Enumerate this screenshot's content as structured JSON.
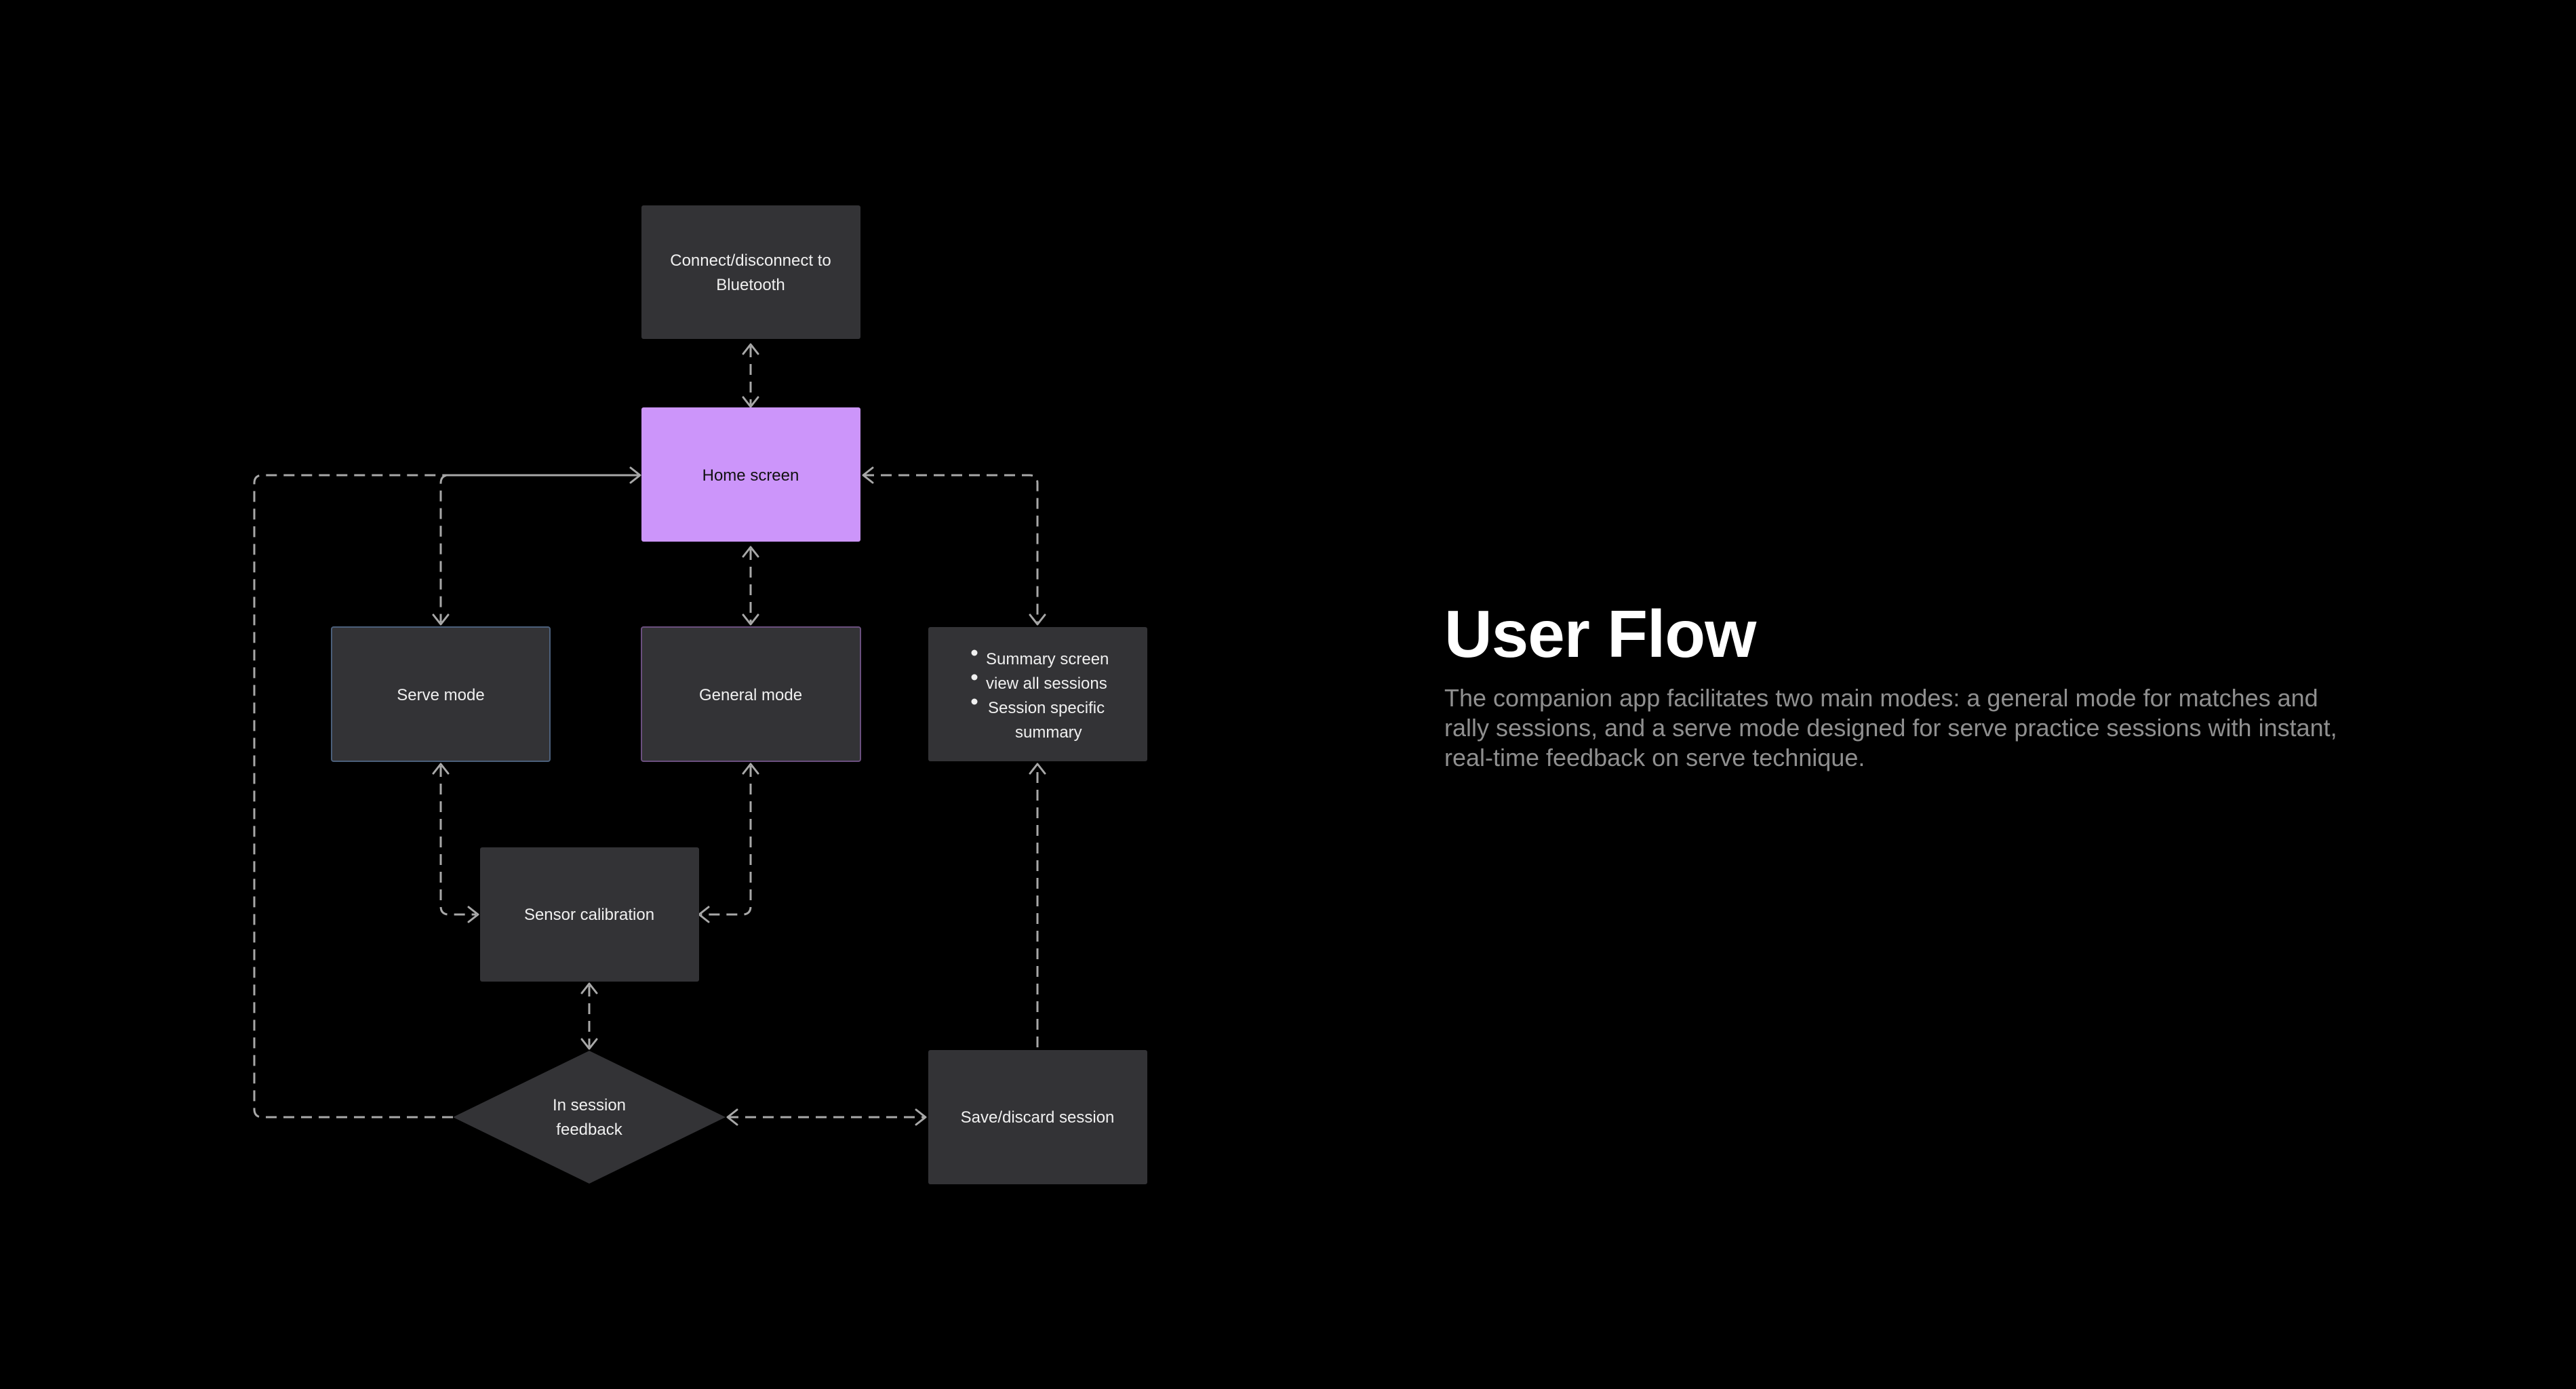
{
  "flow": {
    "nodes": {
      "bluetooth": {
        "lines": [
          "Connect/disconnect to",
          "Bluetooth"
        ]
      },
      "home": {
        "lines": [
          "Home screen"
        ]
      },
      "serve_mode": {
        "lines": [
          "Serve mode"
        ]
      },
      "general_mode": {
        "lines": [
          "General mode"
        ]
      },
      "summary": {
        "bullets": [
          "Summary screen",
          "view all sessions",
          "Session specific",
          "summary"
        ]
      },
      "sensor": {
        "lines": [
          "Sensor calibration"
        ]
      },
      "feedback": {
        "lines": [
          "In session",
          "feedback"
        ]
      },
      "save": {
        "lines": [
          "Save/discard session"
        ]
      }
    }
  },
  "colors": {
    "background": "#000000",
    "node_fill": "#333336",
    "highlight_fill": "#cc95fa",
    "serve_border": "#4b5f7a",
    "general_border": "#6a4f7e",
    "connector": "#a8a8a8",
    "desc_text": "#8f8f8f"
  },
  "panel": {
    "title": "User Flow",
    "description": "The companion app facilitates two main modes: a general mode for matches and rally sessions, and a serve mode designed for serve practice sessions with instant, real-time feedback on serve technique."
  }
}
